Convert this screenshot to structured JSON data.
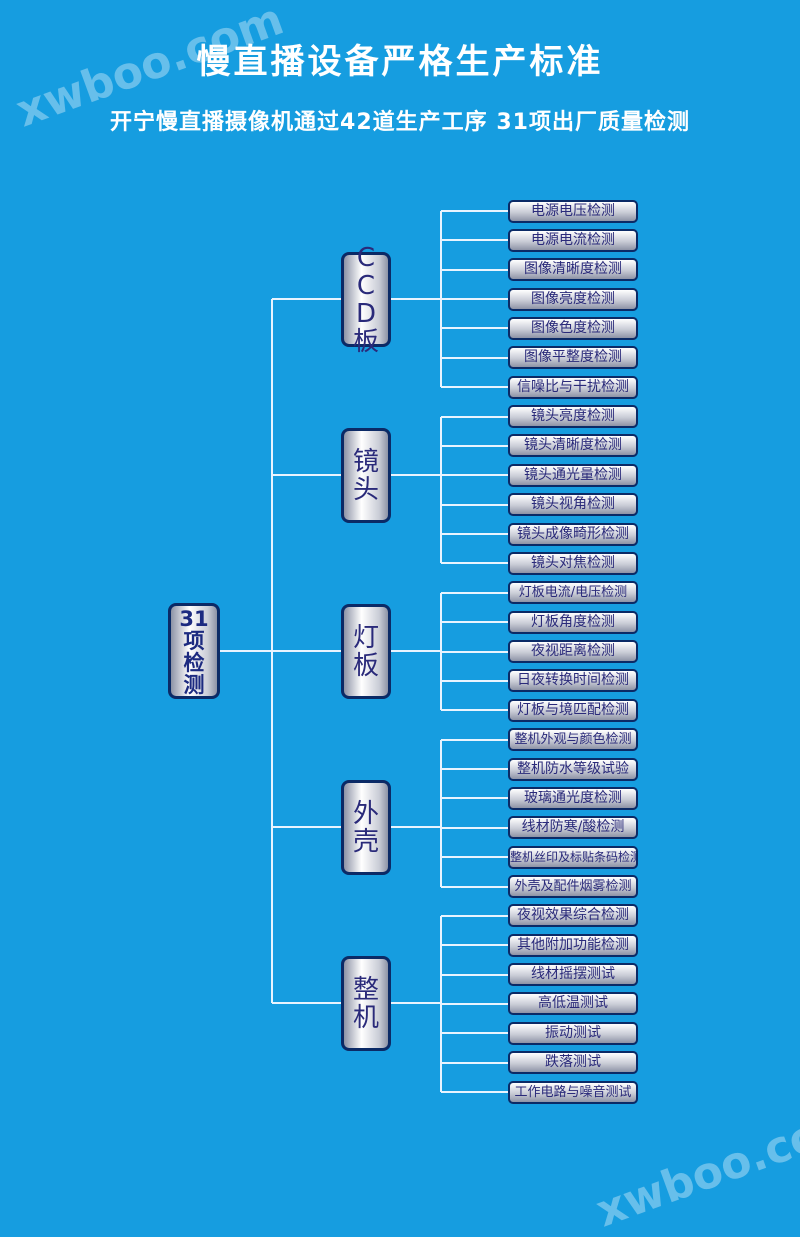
{
  "header": {
    "title": "慢直播设备严格生产标准",
    "subtitle": "开宁慢直播摄像机通过42道生产工序 31项出厂质量检测"
  },
  "root": {
    "label_lines": [
      "31",
      "项",
      "检",
      "测"
    ]
  },
  "categories": [
    {
      "label_lines": [
        "C",
        "C",
        "D",
        "板"
      ],
      "items": [
        "电源电压检测",
        "电源电流检测",
        "图像清晰度检测",
        "图像亮度检测",
        "图像色度检测",
        "图像平整度检测",
        "信噪比与干扰检测"
      ]
    },
    {
      "label_lines": [
        "镜",
        "头"
      ],
      "items": [
        "镜头亮度检测",
        "镜头清晰度检测",
        "镜头通光量检测",
        "镜头视角检测",
        "镜头成像畸形检测",
        "镜头对焦检测"
      ]
    },
    {
      "label_lines": [
        "灯",
        "板"
      ],
      "items": [
        "灯板电流/电压检测",
        "灯板角度检测",
        "夜视距离检测",
        "日夜转换时间检测",
        "灯板与境匹配检测"
      ]
    },
    {
      "label_lines": [
        "外",
        "壳"
      ],
      "items": [
        "整机外观与颜色检测",
        "整机防水等级试验",
        "玻璃通光度检测",
        "线材防寒/酸检测",
        "整机丝印及标贴条码检测",
        "外壳及配件烟雾检测"
      ]
    },
    {
      "label_lines": [
        "整",
        "机"
      ],
      "items": [
        "夜视效果综合检测",
        "其他附加功能检测",
        "线材摇摆测试",
        "高低温测试",
        "振动测试",
        "跌落测试",
        "工作电路与噪音测试"
      ]
    }
  ],
  "watermark": "xwboo.com"
}
